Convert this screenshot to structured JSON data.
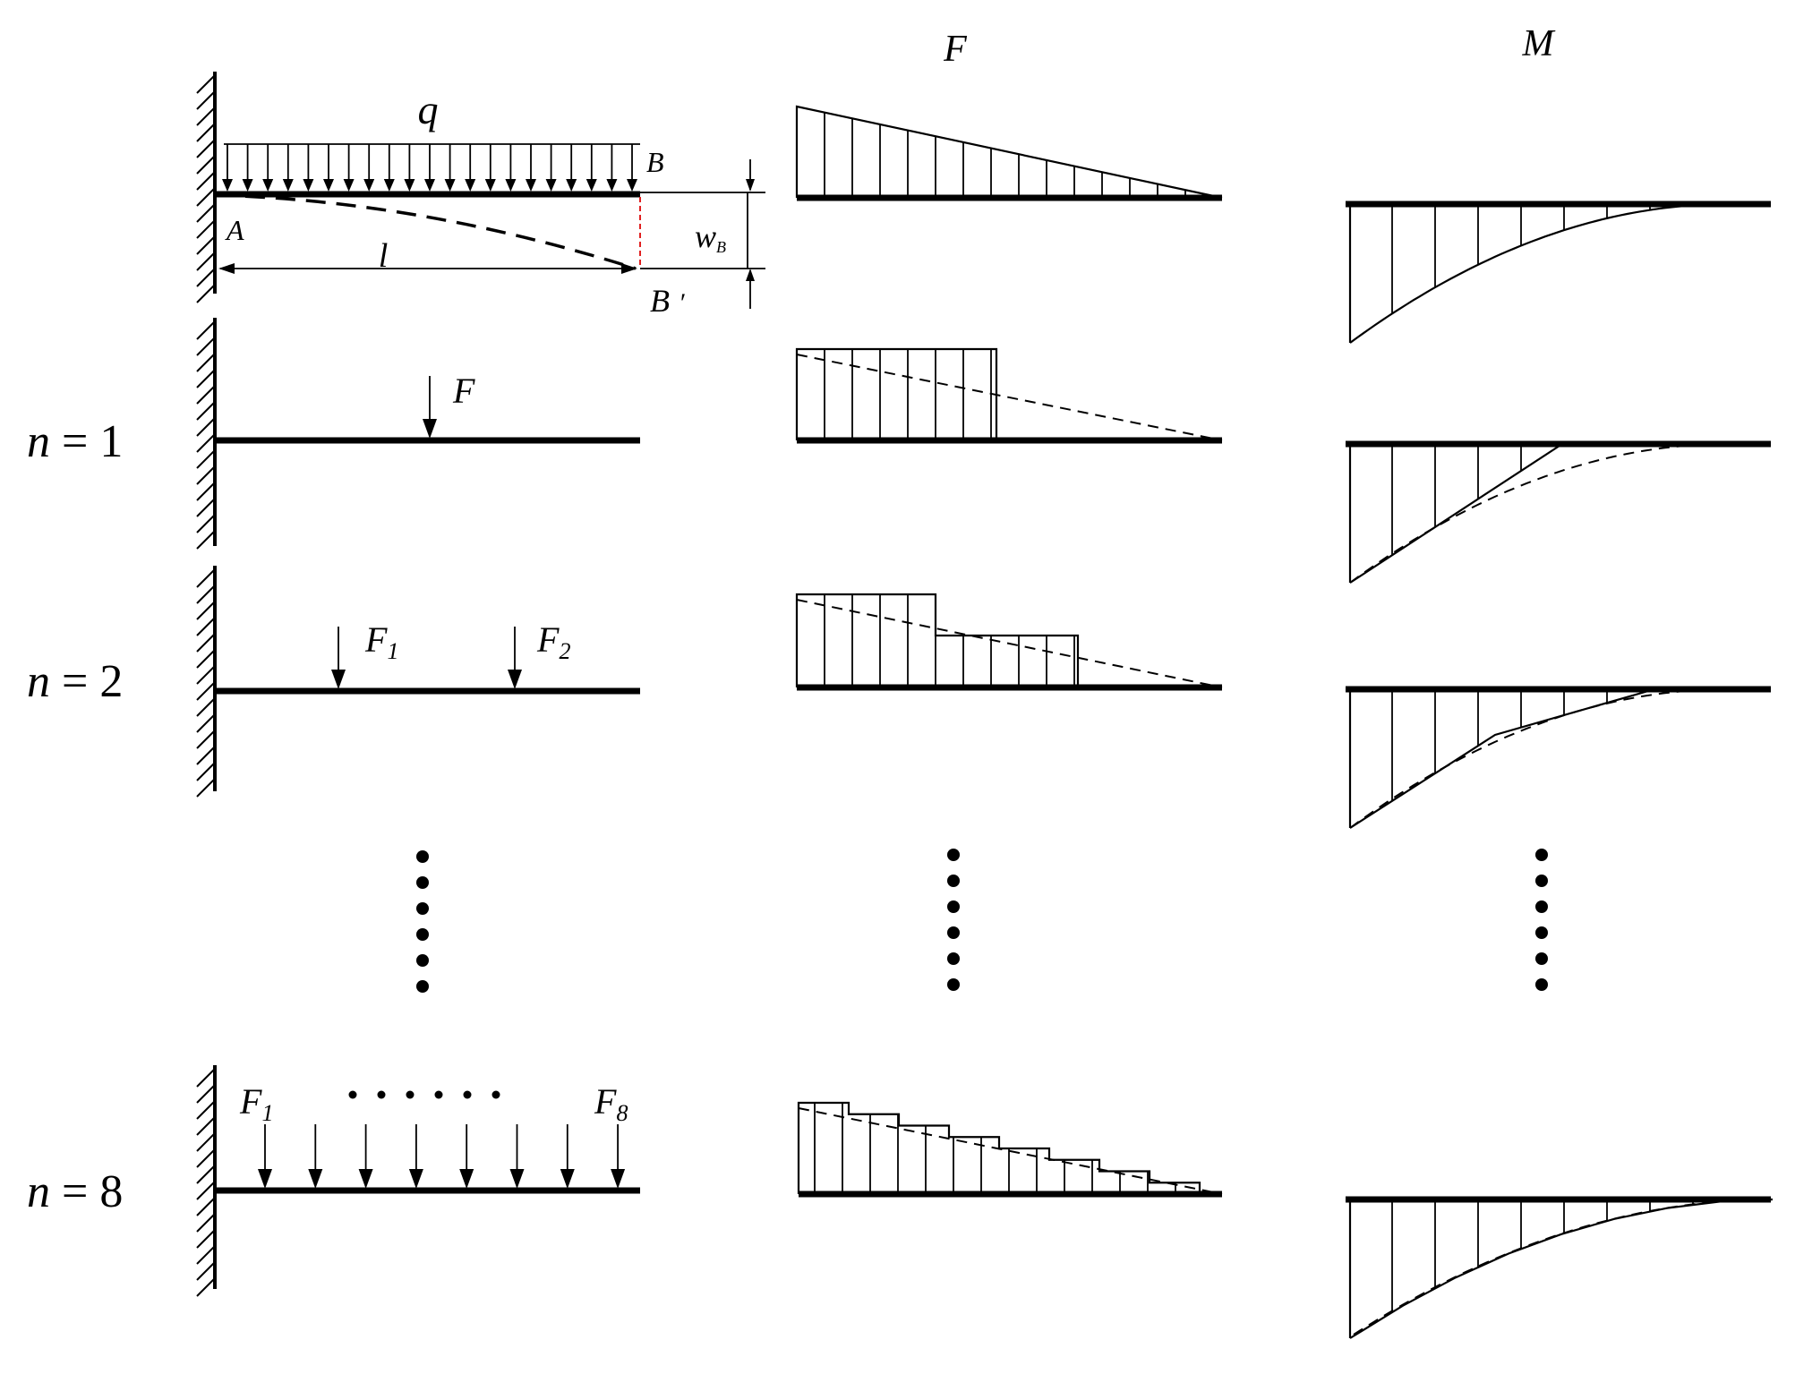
{
  "headers": {
    "shear_title": "F",
    "moment_title": "M"
  },
  "row_labels": [
    {
      "n_sym": "n",
      "eq": " = ",
      "val": "1"
    },
    {
      "n_sym": "n",
      "eq": " = ",
      "val": "2"
    },
    {
      "n_sym": "n",
      "eq": " = ",
      "val": "8"
    }
  ],
  "top_beam": {
    "load_label": "q",
    "point_a": "A",
    "point_b": "B",
    "point_b_prime": "B",
    "prime_mark": "′",
    "length_label": "l",
    "deflection_label": "w",
    "deflection_sub": "B"
  },
  "loads": {
    "n1": {
      "force": "F"
    },
    "n2": {
      "f1": "F",
      "f1_sub": "1",
      "f2": "F",
      "f2_sub": "2"
    },
    "n8": {
      "f1": "F",
      "f1_sub": "1",
      "f8": "F",
      "f8_sub": "8"
    }
  }
}
